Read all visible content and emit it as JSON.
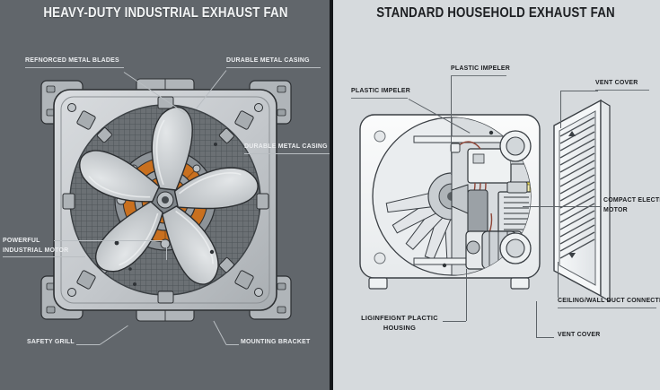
{
  "panels": {
    "left": {
      "title": "HEAVY-DUTY INDUSTRIAL EXHAUST FAN",
      "bg_color": "#61666b",
      "text_color": "#eceef0",
      "diagram_name": "industrial-exhaust-fan-diagram",
      "labels": [
        {
          "id": "reinforced-metal-blades",
          "text": "REFNORCED METAL BLADES"
        },
        {
          "id": "durable-metal-casing-top",
          "text": "DURABLE METAL CASING"
        },
        {
          "id": "durable-metal-casing-inner",
          "text": "DURABLE METAL CASING"
        },
        {
          "id": "powerful-industrial-motor-line1",
          "text": "POWERFUL"
        },
        {
          "id": "powerful-industrial-motor-line2",
          "text": "INDUSTRIAL MOTOR"
        },
        {
          "id": "safety-grill",
          "text": "SAFETY GRILL"
        },
        {
          "id": "mounting-bracket",
          "text": "MOUNTING BRACKET"
        }
      ]
    },
    "right": {
      "title": "STANDARD HOUSEHOLD EXHAUST FAN",
      "bg_color": "#d6dadd",
      "text_color": "#1b1d20",
      "diagram_name": "household-exhaust-fan-diagram",
      "labels": [
        {
          "id": "plastic-impeller-left",
          "text": "PLASTIC IMPELER"
        },
        {
          "id": "plastic-impeller-top",
          "text": "PLASTIC IMPELER"
        },
        {
          "id": "vent-cover-top",
          "text": "VENT COVER"
        },
        {
          "id": "compact-electric-motor-line1",
          "text": "COMPACT ELECTRIC"
        },
        {
          "id": "compact-electric-motor-line2",
          "text": "MOTOR"
        },
        {
          "id": "ceiling-wall-duct-connection",
          "text": "CEILING/WALL DUCT CONNECTION"
        },
        {
          "id": "vent-cover-bottom",
          "text": "VENT COVER"
        },
        {
          "id": "lightweight-plastic-housing-line1",
          "text": "LIGINFEIGNT PLACTIC"
        },
        {
          "id": "lightweight-plastic-housing-line2",
          "text": "HOUSING"
        }
      ]
    }
  },
  "colors": {
    "divider": "#15171a",
    "metal_light": "#d3d7da",
    "metal_mid": "#a9aeb2",
    "metal_dark": "#70757a",
    "outline": "#2b2e31",
    "copper": "#c8702c",
    "mesh": "#5f6569",
    "white_body": "#f4f6f7",
    "wire_red": "#8d4436",
    "fuse_yellow": "#e3d24a"
  }
}
